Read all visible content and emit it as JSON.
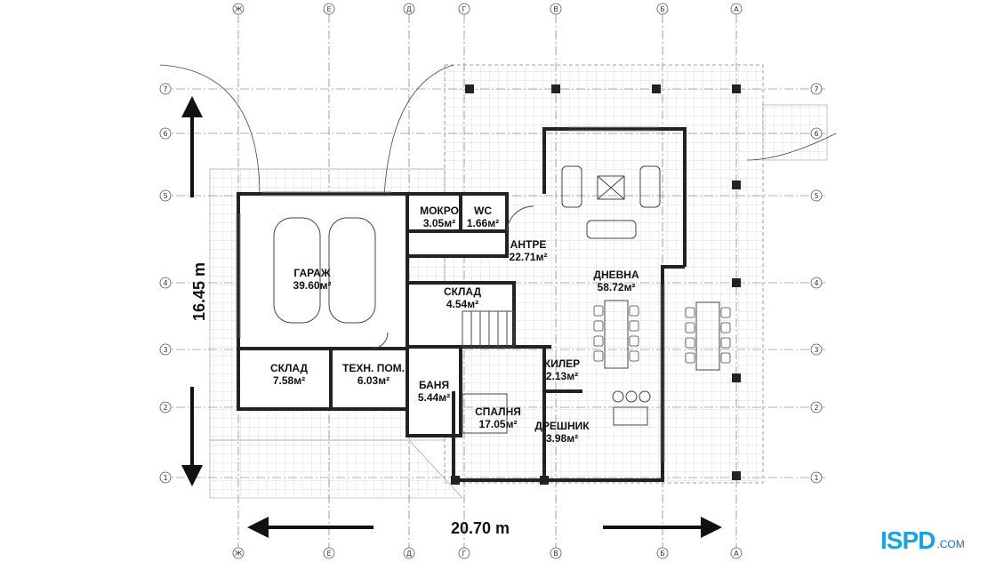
{
  "plan": {
    "width_dimension": "20.70 m",
    "height_dimension": "16.45 m",
    "column_axes": [
      "Ж",
      "Е",
      "Д",
      "Г",
      "В",
      "Б",
      "А"
    ],
    "row_axes": [
      "7",
      "6",
      "5",
      "4",
      "3",
      "2",
      "1"
    ],
    "rooms": [
      {
        "id": "garage",
        "name": "ГАРАЖ",
        "area": "39.60м²"
      },
      {
        "id": "mokro",
        "name": "МОКРО",
        "area": "3.05м²"
      },
      {
        "id": "wc",
        "name": "WC",
        "area": "1.66м²"
      },
      {
        "id": "antre",
        "name": "АНТРЕ",
        "area": "22.71м²"
      },
      {
        "id": "dnevna",
        "name": "ДНЕВНА",
        "area": "58.72м²"
      },
      {
        "id": "sklad2",
        "name": "СКЛАД",
        "area": "4.54м²"
      },
      {
        "id": "sklad1",
        "name": "СКЛАД",
        "area": "7.58м²"
      },
      {
        "id": "tehn",
        "name": "ТЕХН. ПОМ.",
        "area": "6.03м²"
      },
      {
        "id": "banya",
        "name": "БАНЯ",
        "area": "5.44м²"
      },
      {
        "id": "kiler",
        "name": "КИЛЕР",
        "area": "2.13м²"
      },
      {
        "id": "spalnya",
        "name": "СПАЛНЯ",
        "area": "17.05м²"
      },
      {
        "id": "dreshnik",
        "name": "ДРЕШНИК",
        "area": "3.98м²"
      }
    ]
  },
  "logo": {
    "mark": "ISPD",
    "domain": ".COM"
  },
  "colors": {
    "wall": "#222222",
    "grid": "#c8c8c8",
    "axis": "#555555",
    "logo": "#1aa3e0"
  }
}
